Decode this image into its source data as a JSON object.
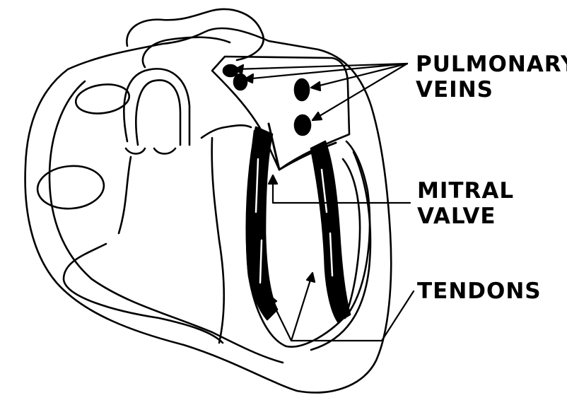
{
  "labels": {
    "pulmonary": {
      "line1": "PULMONARY",
      "line2": "VEINS"
    },
    "mitral": {
      "line1": "MITRAL",
      "line2": "VALVE"
    },
    "tendons": {
      "line1": "TENDONS"
    }
  },
  "colors": {
    "ink": "#000000",
    "paper": "#ffffff"
  }
}
